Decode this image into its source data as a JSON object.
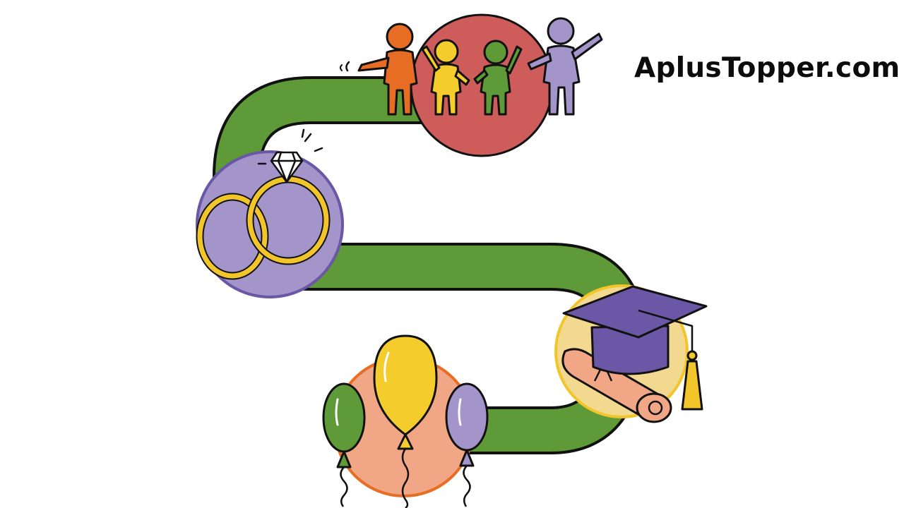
{
  "brand": {
    "text": "AplusTopper.com"
  },
  "colors": {
    "road": "#5e9a37",
    "outline": "#111111",
    "people_circle": "#cd5c5a",
    "rings_circle": "#a394c9",
    "grad_circle": "#f3d88f",
    "balloon_circle": "#f1a685",
    "gold": "#f2c52a",
    "cap": "#6a57a5"
  },
  "milestones": [
    {
      "name": "friends-group",
      "icon": "people-icon"
    },
    {
      "name": "wedding-rings",
      "icon": "rings-icon"
    },
    {
      "name": "graduation",
      "icon": "graduation-cap-icon"
    },
    {
      "name": "celebration",
      "icon": "balloons-icon"
    }
  ]
}
